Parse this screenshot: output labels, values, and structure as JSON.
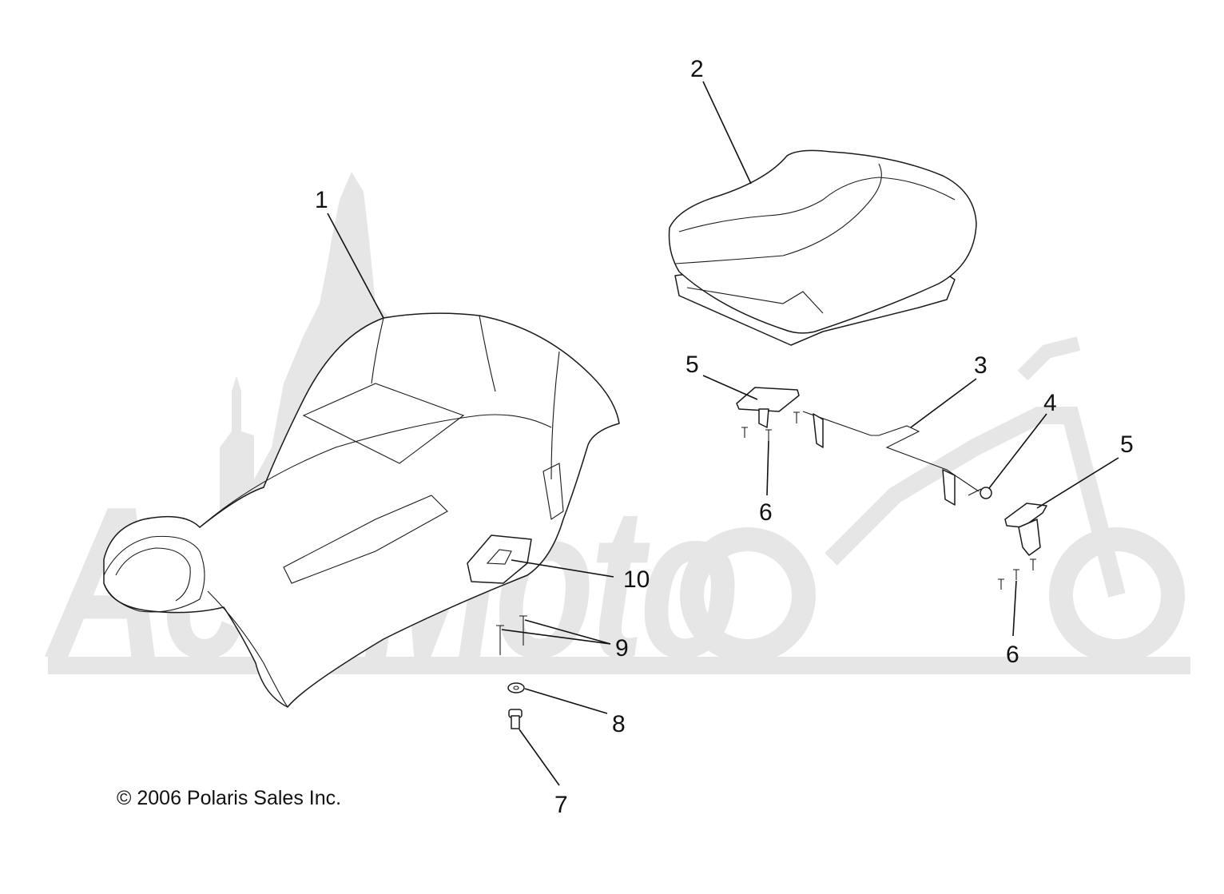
{
  "copyright": "© 2006 Polaris Sales Inc.",
  "watermark_text": "AeHMoto",
  "callouts": [
    {
      "id": "c1",
      "label": "1"
    },
    {
      "id": "c2",
      "label": "2"
    },
    {
      "id": "c3",
      "label": "3"
    },
    {
      "id": "c4",
      "label": "4"
    },
    {
      "id": "c5a",
      "label": "5"
    },
    {
      "id": "c5b",
      "label": "5"
    },
    {
      "id": "c6a",
      "label": "6"
    },
    {
      "id": "c6b",
      "label": "6"
    },
    {
      "id": "c7",
      "label": "7"
    },
    {
      "id": "c8",
      "label": "8"
    },
    {
      "id": "c9",
      "label": "9"
    },
    {
      "id": "c10",
      "label": "10"
    }
  ]
}
